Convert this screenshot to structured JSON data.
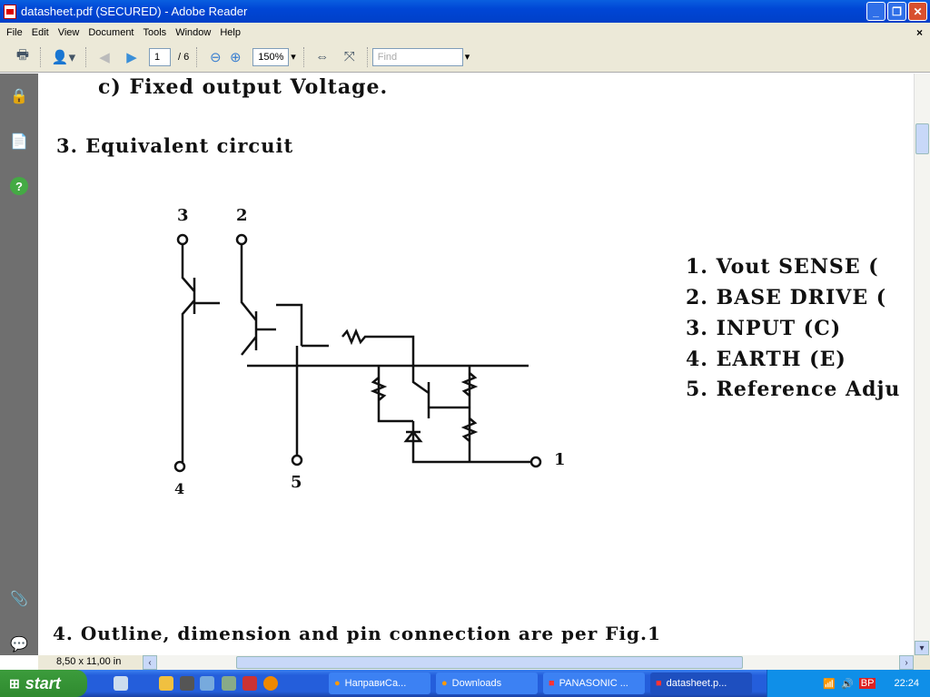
{
  "window": {
    "title": "datasheet.pdf (SECURED) - Adobe Reader",
    "minimize": "_",
    "maximize": "❐",
    "close": "✕"
  },
  "menu": [
    "File",
    "Edit",
    "View",
    "Document",
    "Tools",
    "Window",
    "Help"
  ],
  "menu_close": "×",
  "toolbar": {
    "page_current": "1",
    "page_total": "/ 6",
    "zoom": "150%",
    "find_placeholder": "Find"
  },
  "document": {
    "line1": "c) Fixed output Voltage.",
    "heading3": "3. Equivalent circuit",
    "circuit_pins": [
      "3",
      "2",
      "4",
      "5",
      "1"
    ],
    "pin_list": [
      "1. Vout SENSE (",
      "2. BASE DRIVE (",
      "3. INPUT (C)",
      "4. EARTH (E)",
      "5. Reference Adju"
    ],
    "heading4": "4. Outline, dimension and pin connection are per Fig.1"
  },
  "status": {
    "page_size": "8,50 x 11,00 in"
  },
  "taskbar": {
    "start": "start",
    "tasks": [
      "НаправиСа...",
      "Downloads",
      "PANASONIC ...",
      "datasheet.p..."
    ],
    "clock": "22:24",
    "tray_badge": "BP"
  }
}
